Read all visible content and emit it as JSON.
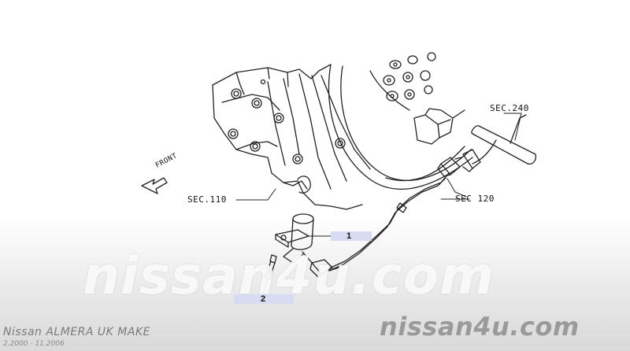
{
  "diagram": {
    "labels": {
      "front": "FRONT",
      "sec110": "SEC.110",
      "sec120": "SEC 120",
      "sec240": "SEC.240"
    },
    "callouts": [
      {
        "number": "1"
      },
      {
        "number": "2"
      }
    ]
  },
  "branding": {
    "watermark_center": "nissan4u.com",
    "watermark_corner": "nissan4u.com",
    "model_title": "Nissan ALMERA UK MAKE",
    "model_dates": "2.2000 - 11.2006"
  }
}
